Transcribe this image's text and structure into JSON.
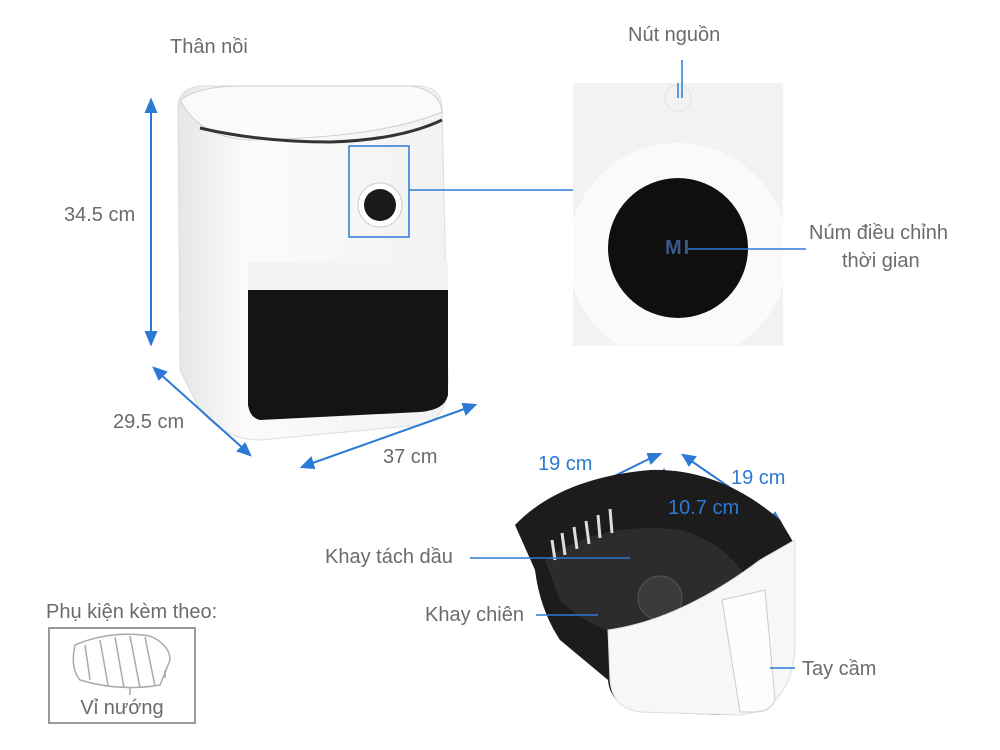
{
  "labels": {
    "body": "Thân nồi",
    "power_button": "Nút nguồn",
    "knob_line1": "Núm điều chỉnh",
    "knob_line2": "thời gian",
    "oil_tray": "Khay tách dầu",
    "fry_basket": "Khay chiên",
    "handle": "Tay cầm",
    "accessories_title": "Phụ kiện kèm theo:",
    "accessory_rack": "Vỉ nướng",
    "knob_logo": "MI"
  },
  "dimensions": {
    "height": "34.5 cm",
    "depth": "29.5 cm",
    "width": "37 cm",
    "basket_width": "19 cm",
    "basket_depth": "19 cm",
    "basket_height": "10.7 cm"
  },
  "colors": {
    "dimension_blue": "#2b7ad6",
    "label_gray": "#6b6b6b"
  }
}
